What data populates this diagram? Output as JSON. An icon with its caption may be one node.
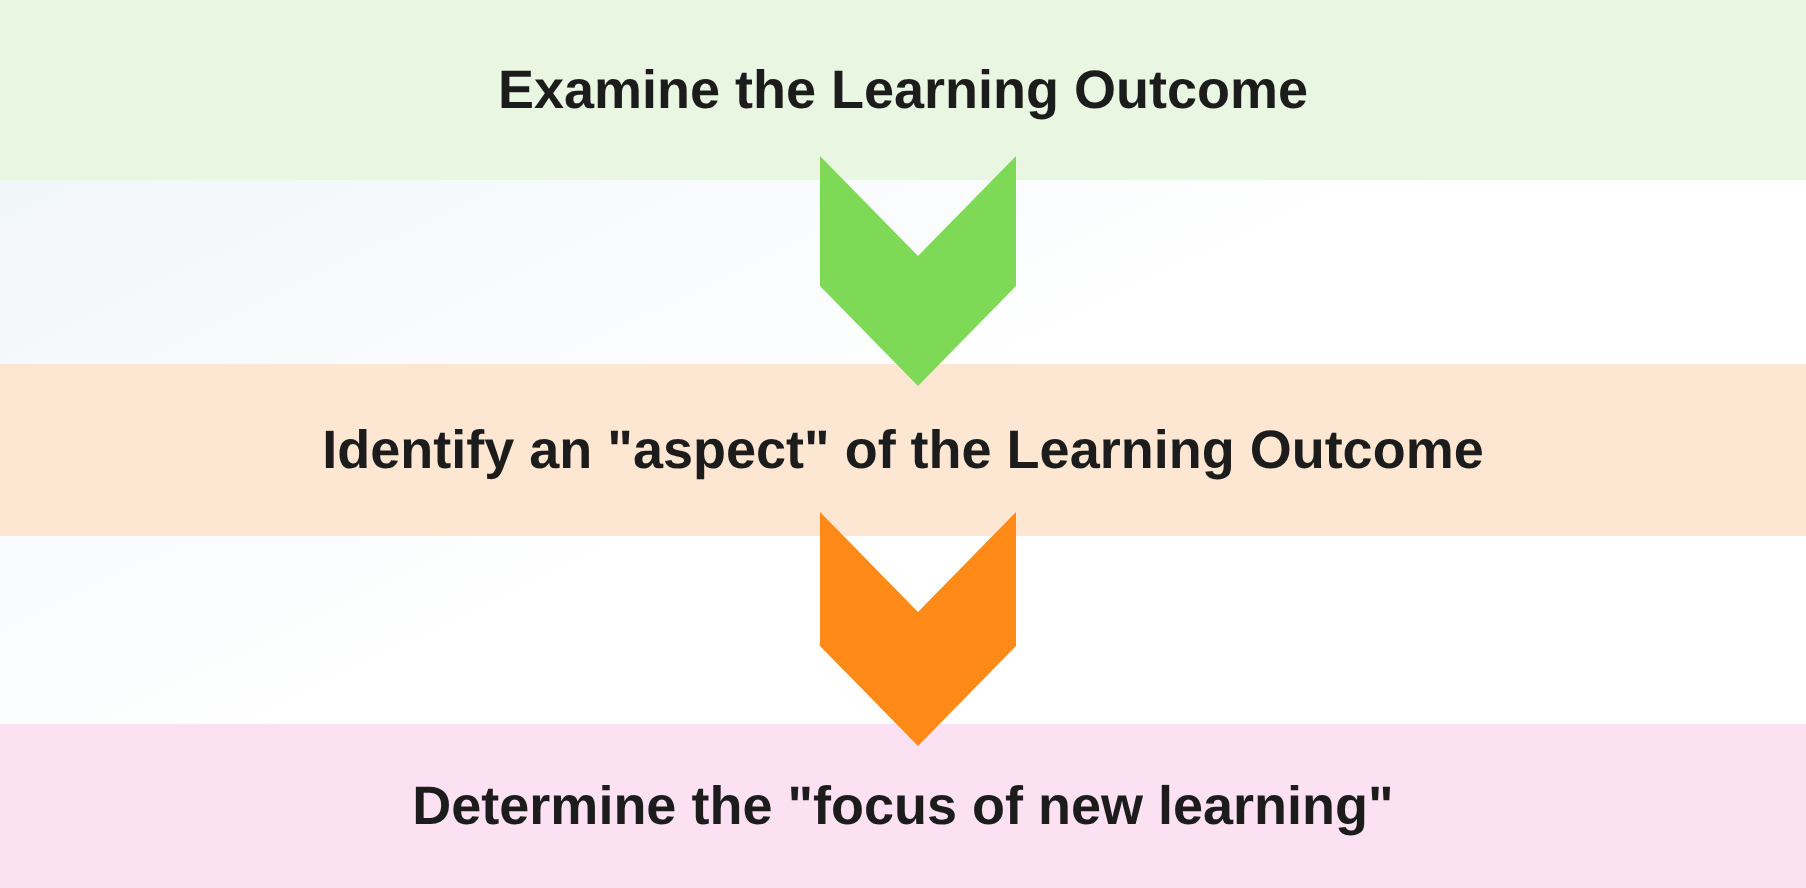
{
  "diagram": {
    "nodes": [
      {
        "text": [
          "Examine the Learning Outcome"
        ]
      },
      {
        "text": [
          "Identify an \"aspect\" of the Learning Outcome"
        ]
      },
      {
        "text": [
          "Determine the \"focus of new learning\""
        ]
      }
    ],
    "edges": [
      {
        "from": 0,
        "to": 1,
        "arrow": "to",
        "color": "#7ed957"
      },
      {
        "from": 1,
        "to": 2,
        "arrow": "to",
        "color": "#ff8a17"
      }
    ]
  }
}
